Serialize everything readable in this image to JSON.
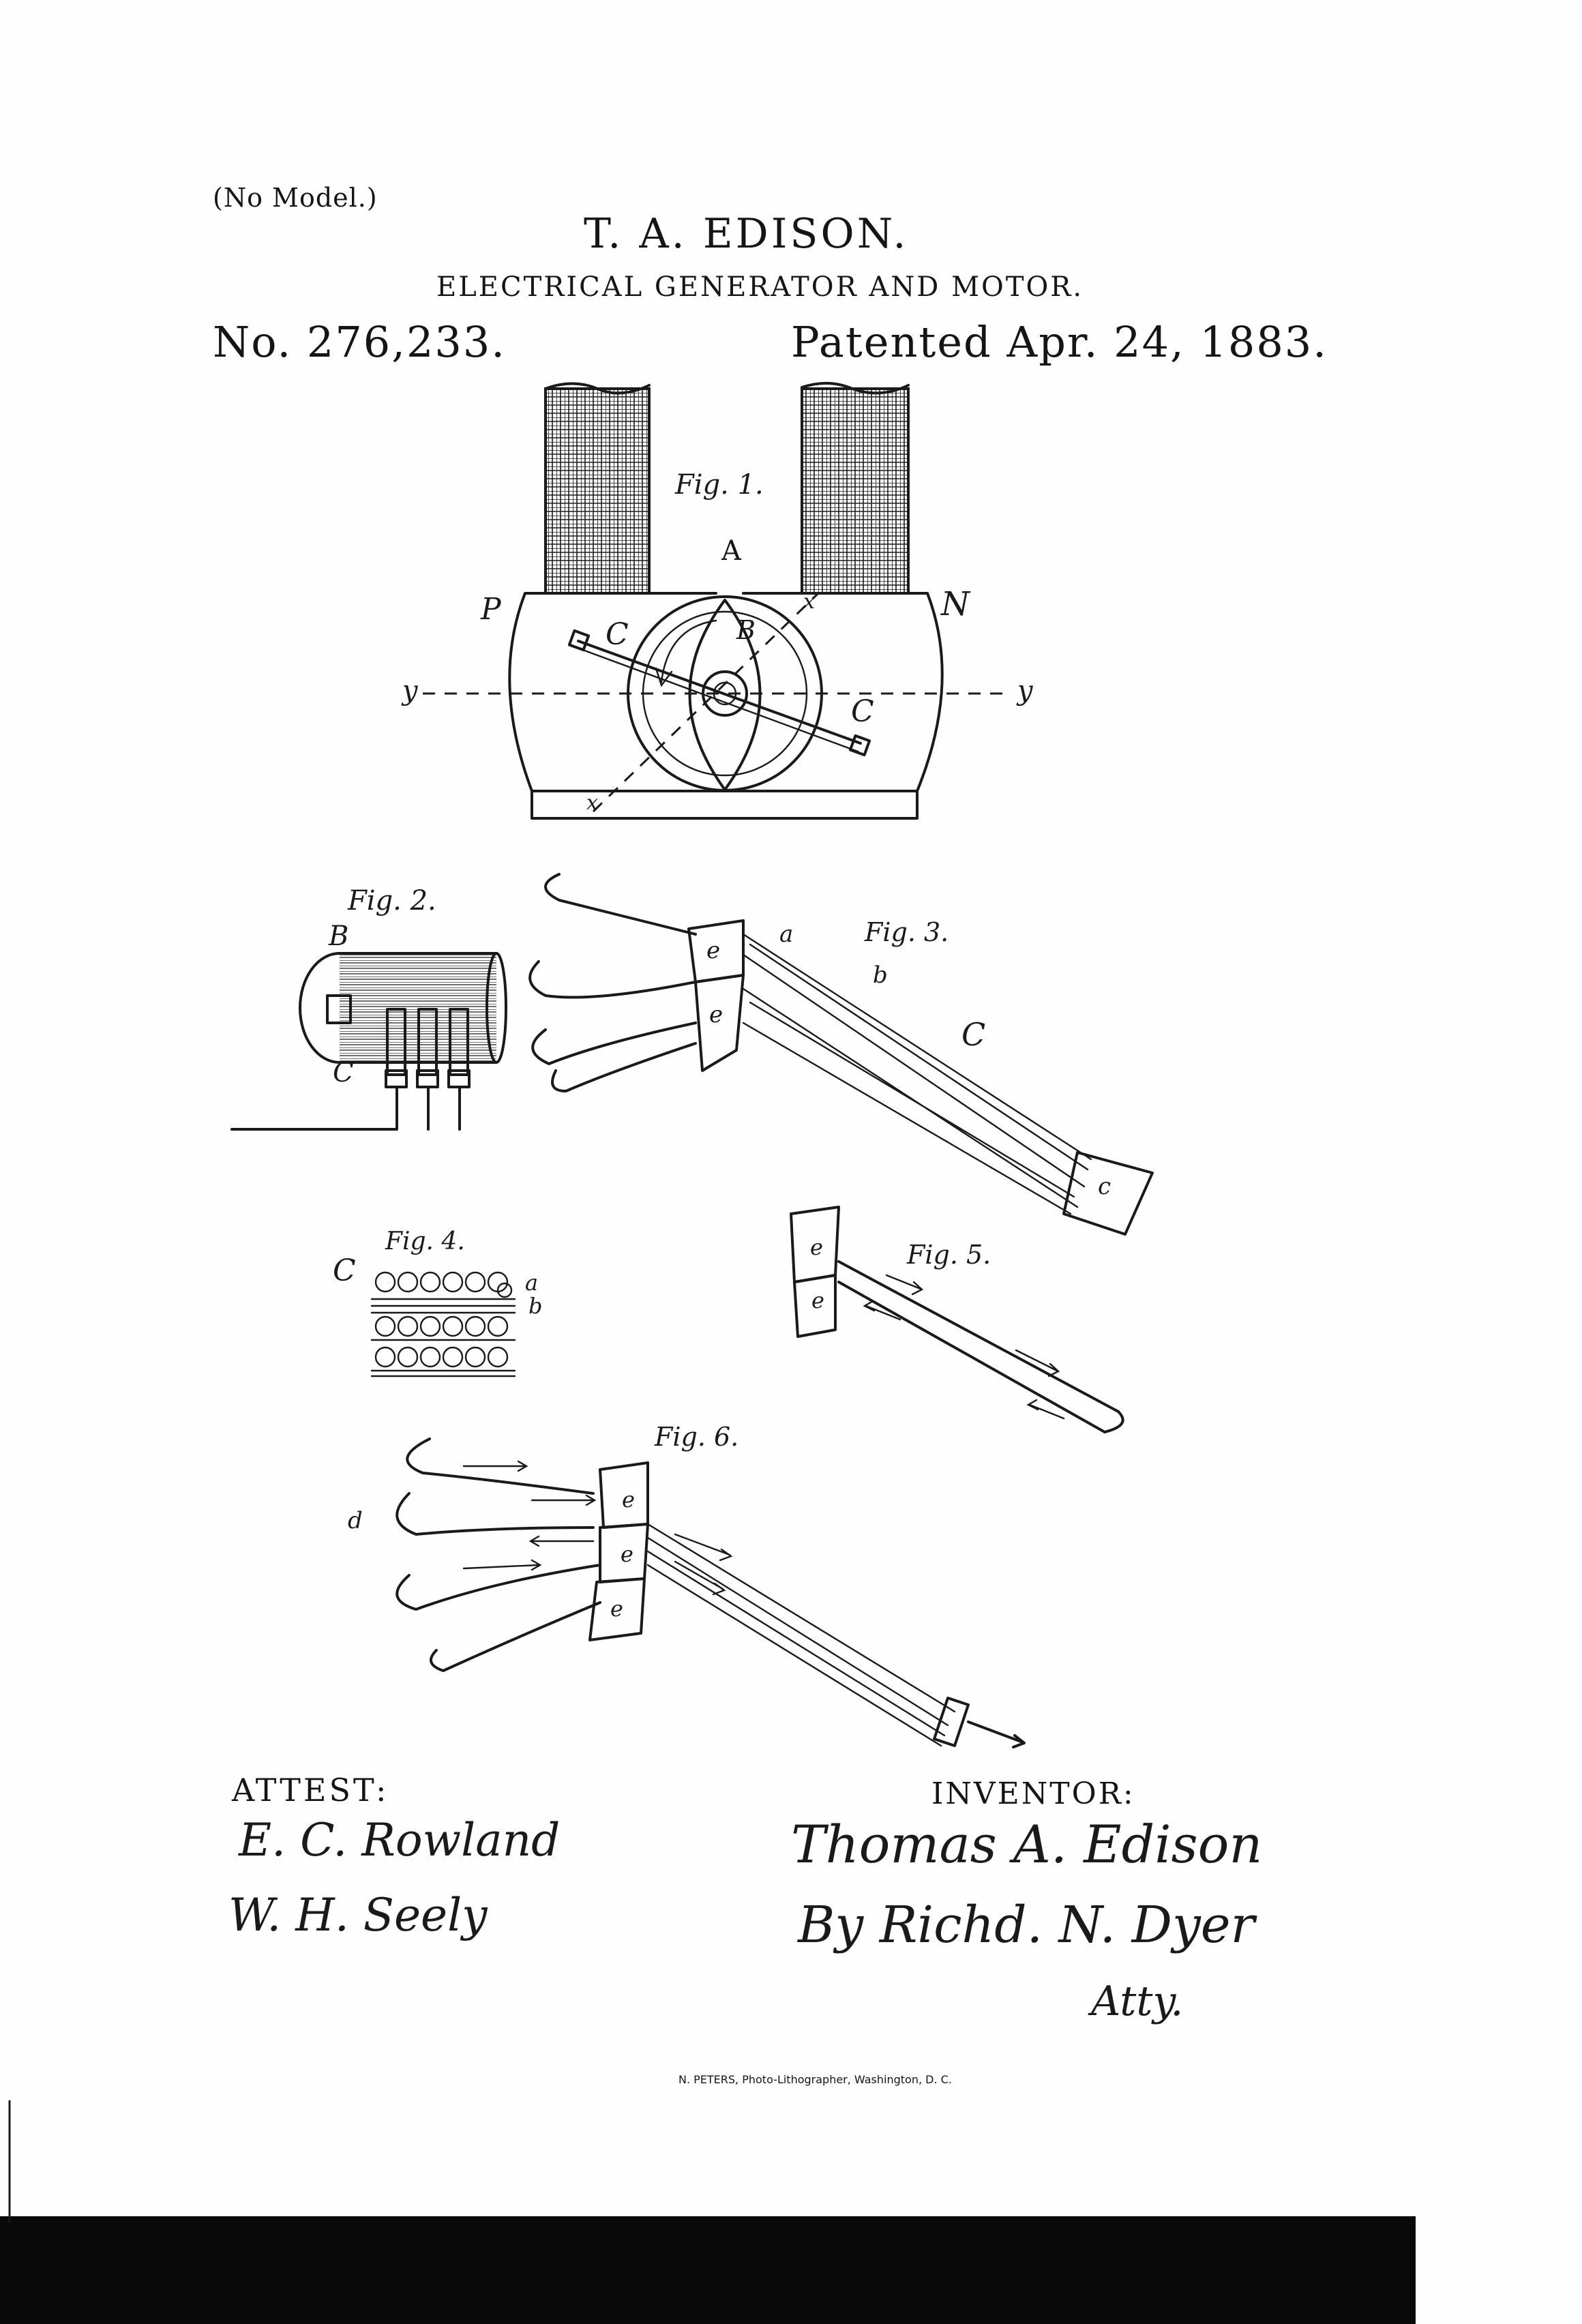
{
  "header": {
    "model_note": "(No Model.)",
    "inventor_name": "T. A. EDISON.",
    "title": "ELECTRICAL GENERATOR AND MOTOR.",
    "patent_number": "No. 276,233.",
    "patent_date": "Patented Apr. 24, 1883."
  },
  "figures": {
    "fig1": {
      "label": "Fig. 1.",
      "parts": [
        "A",
        "P",
        "N",
        "C",
        "B",
        "C",
        "y",
        "y",
        "x",
        "x"
      ]
    },
    "fig2": {
      "label": "Fig. 2.",
      "parts": [
        "B",
        "C"
      ]
    },
    "fig3": {
      "label": "Fig. 3.",
      "parts": [
        "a",
        "b",
        "C",
        "e",
        "e",
        "c"
      ]
    },
    "fig4": {
      "label": "Fig. 4.",
      "parts": [
        "C",
        "a",
        "b"
      ]
    },
    "fig5": {
      "label": "Fig. 5.",
      "parts": [
        "e",
        "e"
      ]
    },
    "fig6": {
      "label": "Fig. 6.",
      "parts": [
        "d",
        "e",
        "e",
        "e"
      ]
    }
  },
  "attest": {
    "heading": "ATTEST:",
    "witness_1": "E. C. Rowland",
    "witness_2": "W. H. Seely"
  },
  "inventor": {
    "heading": "INVENTOR:",
    "signature": "Thomas A. Edison",
    "by_line": "By Richd. N. Dyer",
    "atty": "Atty."
  },
  "footer": {
    "lithographer": "N. PETERS, Photo-Lithographer, Washington, D. C."
  },
  "colors": {
    "ink": "#1a1a1a",
    "paper": "#fefefe",
    "edge_bar": "#0a0a0a"
  }
}
